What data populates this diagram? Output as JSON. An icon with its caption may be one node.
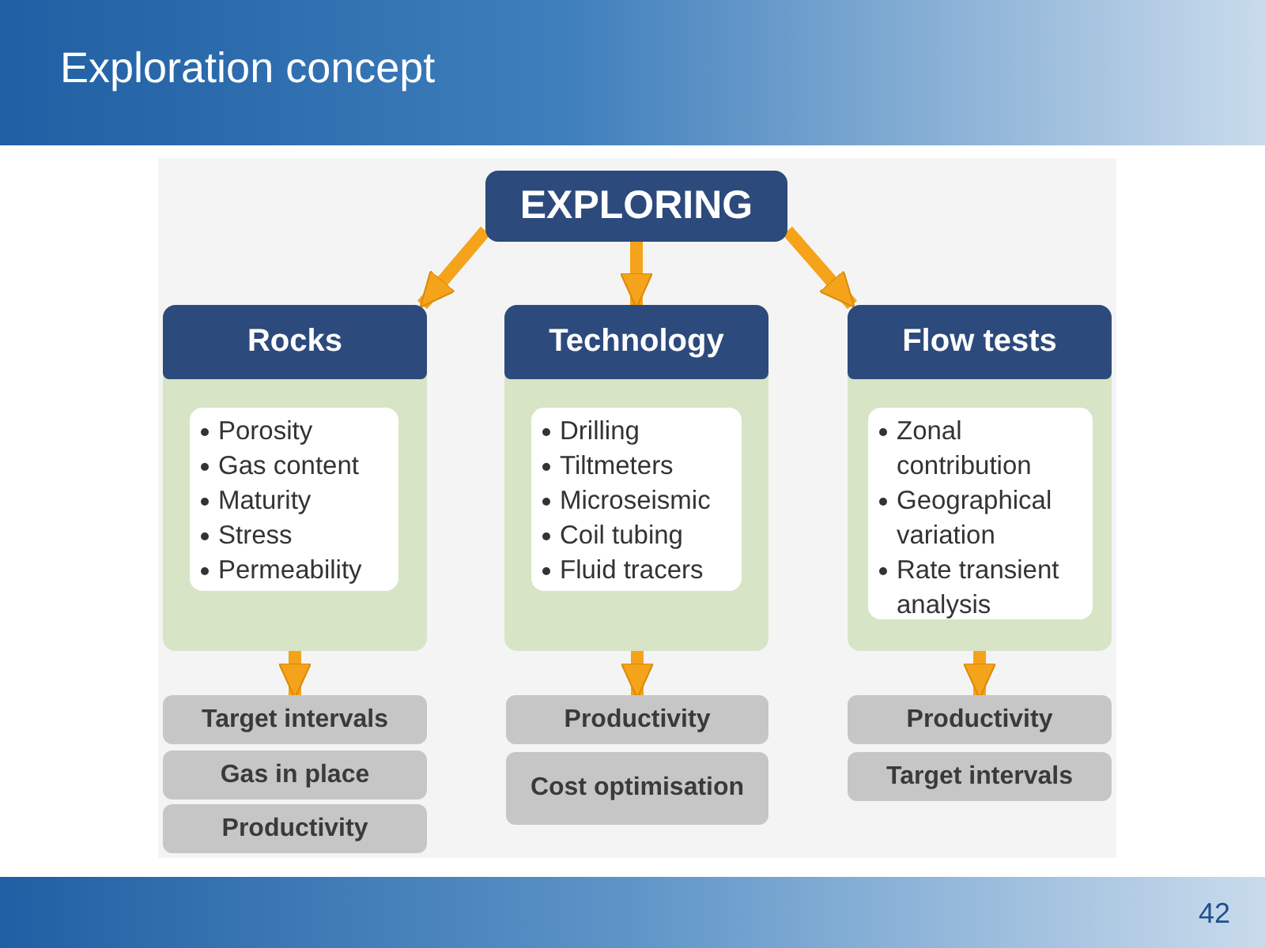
{
  "diagram": {
    "title": "Exploration concept",
    "nodes": [
      {
        "text": [
          "EXPLORING"
        ]
      },
      {
        "text": [],
        "shape": "box"
      },
      {
        "text": [
          "Rocks"
        ],
        "in": 1
      },
      {
        "text": [
          "Porosity",
          "Gas content",
          "Maturity",
          "Stress",
          "Permeability"
        ],
        "in": 1
      },
      {
        "text": [],
        "shape": "box"
      },
      {
        "text": [
          "Technology"
        ],
        "in": 4
      },
      {
        "text": [
          "Drilling",
          "Tiltmeters",
          "Microseismic",
          "Coil tubing",
          "Fluid tracers"
        ],
        "in": 4
      },
      {
        "text": [],
        "shape": "box"
      },
      {
        "text": [
          "Flow tests"
        ],
        "in": 7
      },
      {
        "text": [
          "Zonal contribution",
          "Geographical variation",
          "Rate transient analysis"
        ],
        "in": 7
      },
      {
        "text": [
          "Target intervals"
        ]
      },
      {
        "text": [
          "Gas in place"
        ]
      },
      {
        "text": [
          "Productivity"
        ]
      },
      {
        "text": [
          "Productivity"
        ]
      },
      {
        "text": [
          "Cost optimisation"
        ]
      },
      {
        "text": [
          "Productivity"
        ]
      },
      {
        "text": [
          "Target intervals"
        ]
      }
    ],
    "edges": [
      {
        "from": 0,
        "to": 2,
        "arrow": "to"
      },
      {
        "from": 0,
        "to": 5,
        "arrow": "to"
      },
      {
        "from": 0,
        "to": 8,
        "arrow": "to"
      },
      {
        "from": 1,
        "to": 10,
        "arrow": "to"
      },
      {
        "from": 4,
        "to": 13,
        "arrow": "to"
      },
      {
        "from": 7,
        "to": 15,
        "arrow": "to"
      }
    ],
    "labels": [
      "42"
    ]
  }
}
